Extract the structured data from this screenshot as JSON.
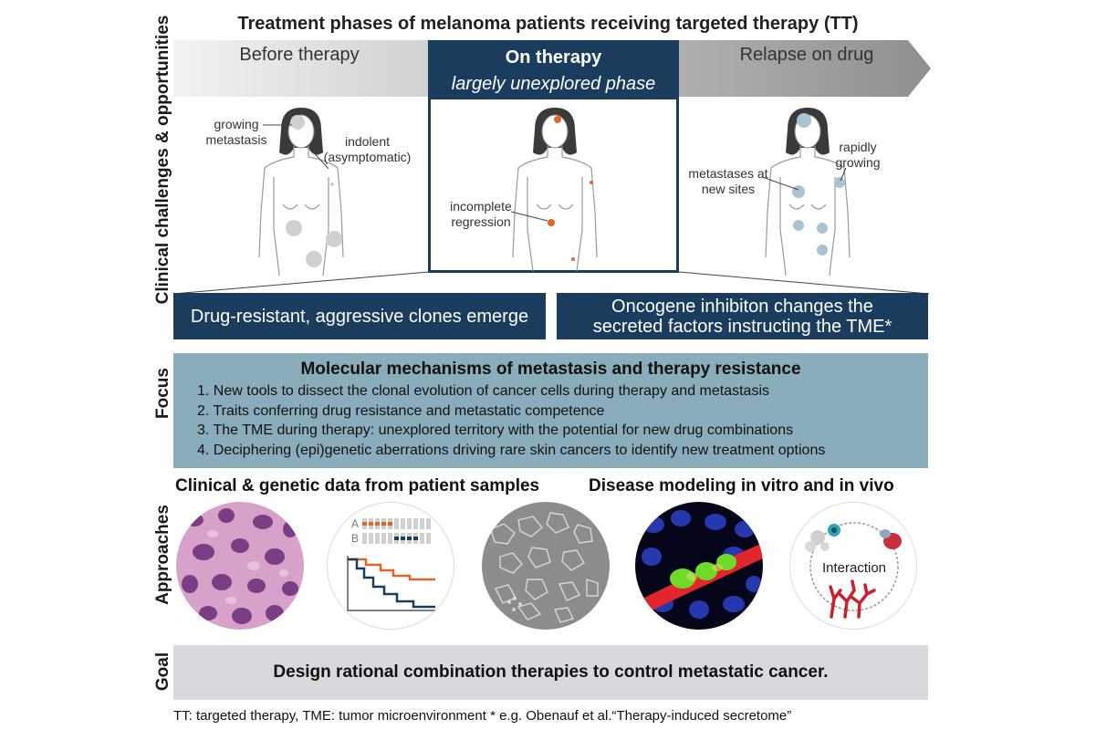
{
  "title": "Treatment phases of melanoma patients receiving targeted therapy (TT)",
  "row_labels": {
    "clinical": "Clinical challenges & opportunities",
    "focus": "Focus",
    "approaches": "Approaches",
    "goal": "Goal"
  },
  "phases": {
    "before": "Before therapy",
    "on_title": "On therapy",
    "on_subtitle": "largely unexplored phase",
    "relapse": "Relapse on drug"
  },
  "annotations": {
    "growing_metastasis": [
      "growing",
      "metastasis"
    ],
    "indolent": [
      "indolent",
      "(asymptomatic)"
    ],
    "incomplete_regression": [
      "incomplete",
      "regression"
    ],
    "new_sites": [
      "metastases at",
      "new sites"
    ],
    "rapidly_growing": [
      "rapidly",
      "growing"
    ]
  },
  "challenges": {
    "left": "Drug-resistant, aggressive clones emerge",
    "right_line1": "Oncogene inhibiton changes the",
    "right_line2": "secreted factors instructing the TME*"
  },
  "focus": {
    "title": "Molecular mechanisms of metastasis and therapy resistance",
    "items": [
      "1. New tools to dissect the clonal evolution of cancer cells during therapy and metastasis",
      "2. Traits conferring drug resistance and metastatic competence",
      "3. The TME during therapy: unexplored territory with the potential for new drug combinations",
      "4. Deciphering (epi)genetic aberrations driving rare skin cancers to identify new treatment options"
    ]
  },
  "approaches": {
    "left_heading": "Clinical & genetic data from patient samples",
    "right_heading": "Disease modeling in vitro and in vivo",
    "oncoprint_labels": [
      "A",
      "B"
    ],
    "interaction_label": "Interaction"
  },
  "goal": "Design rational combination therapies to control metastatic cancer.",
  "footnote": "TT: targeted therapy, TME: tumor microenvironment   * e.g. Obenauf et al.“Therapy-induced secretome”",
  "colors": {
    "navy": "#1a3d5e",
    "focus_bg": "#8aadbb",
    "goal_bg": "#d7d9dc",
    "orange": "#e0662a",
    "lesion_gray": "#d0d0d0",
    "lesion_blue": "#a9c3d2"
  }
}
